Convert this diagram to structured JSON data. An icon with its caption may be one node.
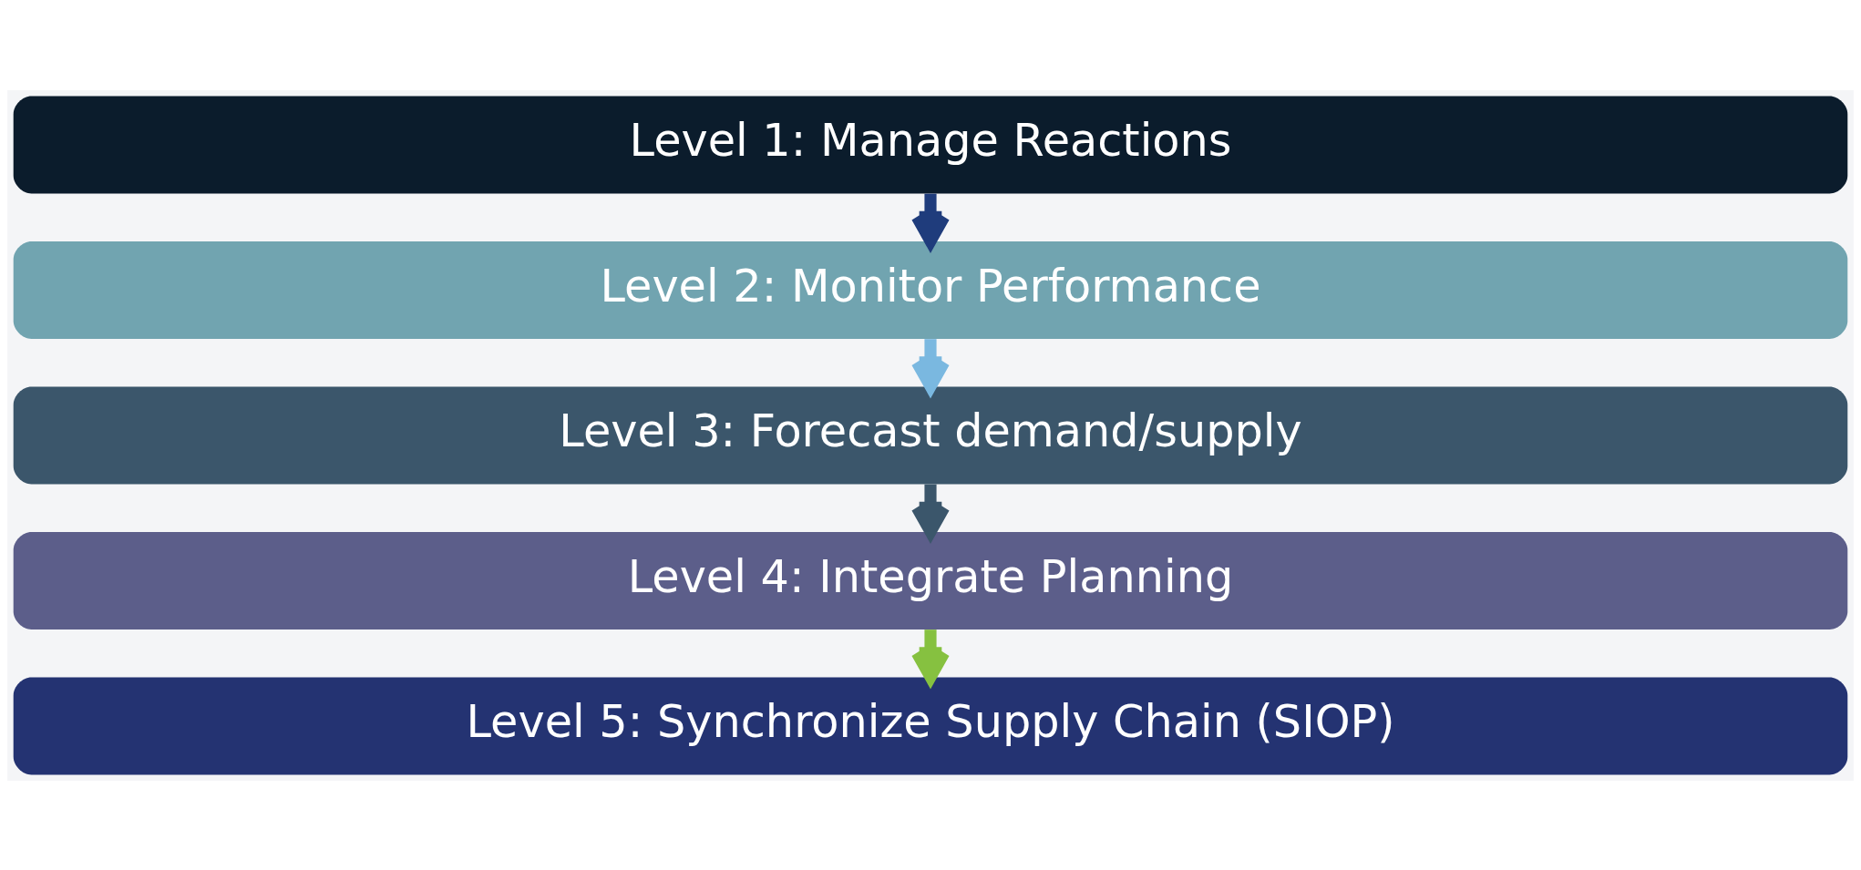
{
  "diagram": {
    "nodes": [
      {
        "text": [
          "Level 1: Manage Reactions"
        ]
      },
      {
        "text": [
          "Level 2: Monitor Performance"
        ]
      },
      {
        "text": [
          "Level 3: Forecast demand/supply"
        ]
      },
      {
        "text": [
          "Level 4: Integrate Planning"
        ]
      },
      {
        "text": [
          "Level 5: Synchronize Supply Chain (SIOP)"
        ]
      }
    ],
    "edges": [
      {
        "from": 0,
        "to": 1,
        "arrow": "to",
        "color": "#1f3c7c"
      },
      {
        "from": 1,
        "to": 2,
        "arrow": "to",
        "color": "#7ab8e0"
      },
      {
        "from": 2,
        "to": 3,
        "arrow": "to",
        "color": "#3b566b"
      },
      {
        "from": 3,
        "to": 4,
        "arrow": "to",
        "color": "#86c140"
      }
    ]
  }
}
